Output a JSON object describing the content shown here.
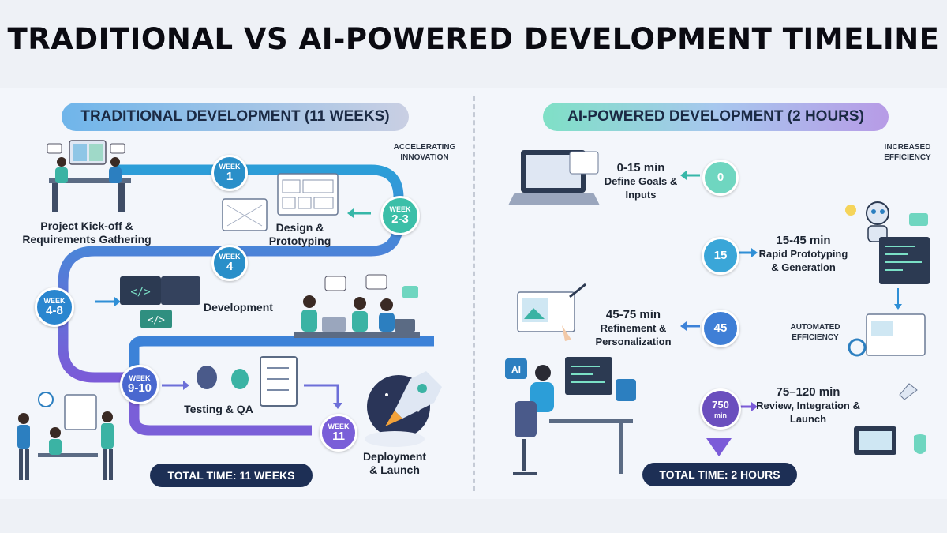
{
  "title": "TRADITIONAL VS AI-POWERED DEVELOPMENT TIMELINE",
  "traditional": {
    "header": "TRADITIONAL DEVELOPMENT (11 WEEKS)",
    "note": "ACCELERATING INNOVATION",
    "total": "TOTAL TIME: 11 WEEKS",
    "nodes": [
      {
        "week": "WEEK",
        "num": "1"
      },
      {
        "week": "WEEK",
        "num": "2-3"
      },
      {
        "week": "WEEK",
        "num": "4"
      },
      {
        "week": "WEEK",
        "num": "4-8"
      },
      {
        "week": "WEEK",
        "num": "9-10"
      },
      {
        "week": "WEEK",
        "num": "11"
      }
    ],
    "stages": [
      "Project Kick-off & Requirements Gathering",
      "Design & Prototyping",
      "Development",
      "Testing & QA",
      "Deployment & Launch"
    ]
  },
  "ai": {
    "header": "AI-POWERED DEVELOPMENT (2 HOURS)",
    "note": "INCREASED EFFICIENCY",
    "note2": "AUTOMATED EFFICIENCY",
    "total": "TOTAL TIME: 2 HOURS",
    "ai_badge": "AI",
    "nodes": [
      {
        "num": "0",
        "sub": ""
      },
      {
        "num": "15",
        "sub": ""
      },
      {
        "num": "45",
        "sub": ""
      },
      {
        "num": "750",
        "sub": "min"
      }
    ],
    "stages": [
      {
        "time": "0-15 min",
        "desc": "Define Goals & Inputs"
      },
      {
        "time": "15-45 min",
        "desc": "Rapid Prototyping & Generation"
      },
      {
        "time": "45-75 min",
        "desc": "Refinement & Personalization"
      },
      {
        "time": "75–120 min",
        "desc": "Review, Integration & Launch"
      }
    ]
  },
  "colors": {
    "teal": "#35b6a6",
    "blue": "#2f8fd6",
    "purple": "#7b5bd8",
    "navy": "#1d2f55"
  }
}
